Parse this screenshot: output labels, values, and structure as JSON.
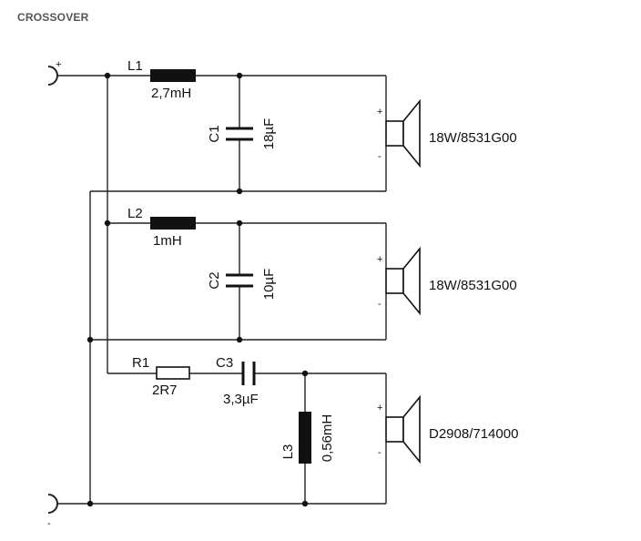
{
  "title": "CROSSOVER",
  "terminals": {
    "positive": "+",
    "negative": "-"
  },
  "components": {
    "l1": {
      "ref": "L1",
      "value": "2,7mH"
    },
    "c1": {
      "ref": "C1",
      "value": "18µF"
    },
    "l2": {
      "ref": "L2",
      "value": "1mH"
    },
    "c2": {
      "ref": "C2",
      "value": "10µF"
    },
    "r1": {
      "ref": "R1",
      "value": "2R7"
    },
    "c3": {
      "ref": "C3",
      "value": "3,3µF"
    },
    "l3": {
      "ref": "L3",
      "value": "0,56mH"
    }
  },
  "speakers": [
    {
      "model": "18W/8531G00",
      "plus": "+",
      "minus": "-"
    },
    {
      "model": "18W/8531G00",
      "plus": "+",
      "minus": "-"
    },
    {
      "model": "D2908/714000",
      "plus": "+",
      "minus": "-"
    }
  ],
  "colors": {
    "wire": "#222222",
    "inductor": "#111111"
  }
}
